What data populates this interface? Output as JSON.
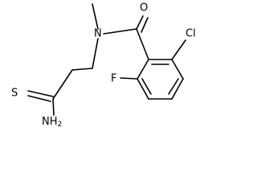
{
  "molecule": {
    "atoms": [
      {
        "id": "S",
        "symbol": "S"
      },
      {
        "id": "NH2",
        "symbol": "NH",
        "subscript": "2"
      },
      {
        "id": "N",
        "symbol": "N"
      },
      {
        "id": "O",
        "symbol": "O"
      },
      {
        "id": "Cl",
        "symbol": "Cl"
      },
      {
        "id": "F",
        "symbol": "F"
      }
    ]
  }
}
